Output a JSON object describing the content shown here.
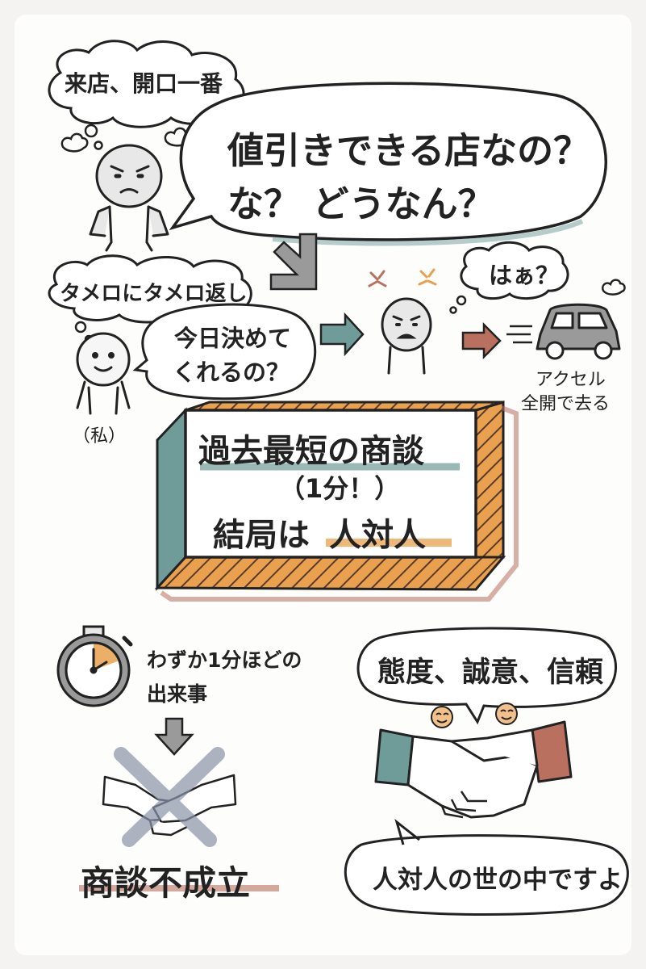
{
  "colors": {
    "ink": "#222222",
    "teal": "#6f9c98",
    "clay": "#b9705f",
    "orange": "#e7a14e",
    "gray": "#9a9a9a",
    "paper": "#fdfdfc"
  },
  "texts": {
    "shop_opening": "来店、開口一番",
    "customer_line1": "値引きできる店なの？",
    "customer_line2": "な？ どうなん？",
    "me_thought": "タメロにタメロ返し",
    "me_line1": "今日決めて",
    "me_line2": "くれるの？",
    "me_label": "（私）",
    "angry_reply": "はぁ？",
    "car_caption1": "アクセル",
    "car_caption2": "全開で去る",
    "box_line1": "過去最短の商談",
    "box_line2": "（1分！）",
    "box_line3_a": "結局は",
    "box_line3_b": "人対人",
    "stopwatch_line1": "わずか1分ほどの",
    "stopwatch_line2": "出来事",
    "result": "商談不成立",
    "values": "態度、誠意、信頼",
    "conclusion": "人対人の世の中ですよ"
  },
  "icons": [
    "angry-customer-figure",
    "thought-cloud-icon",
    "arrow-down-icon",
    "arrow-right-icon",
    "smiling-person-figure",
    "angry-person-figure",
    "anger-mark-icon",
    "car-icon",
    "exhaust-puff-icon",
    "stopwatch-icon",
    "handshake-icon",
    "cross-out-icon",
    "smiley-face-icon"
  ]
}
